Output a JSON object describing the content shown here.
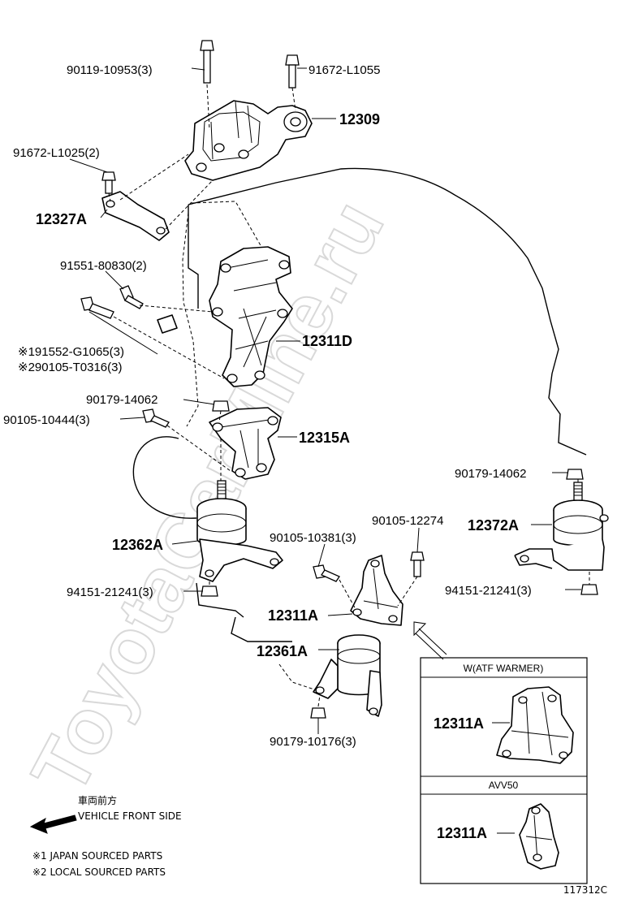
{
  "watermark": "ToyotaCarMine.ru",
  "diagram_code": "117312C",
  "direction": {
    "jp": "車両前方",
    "en": "VEHICLE FRONT SIDE"
  },
  "notes": {
    "n1": "※1 JAPAN SOURCED PARTS",
    "n2": "※2 LOCAL SOURCED PARTS"
  },
  "insets": {
    "atf_title": "W(ATF WARMER)",
    "atf_part": "12311A",
    "avv_title": "AVV50",
    "avv_part": "12311A"
  },
  "labels": {
    "p_90119_10953": "90119-10953(3)",
    "p_91672_L1055": "91672-L1055",
    "p_12309": "12309",
    "p_91672_L1025": "91672-L1025(2)",
    "p_12327A": "12327A",
    "p_91551_80830": "91551-80830(2)",
    "p_91552_G1065": "※191552-G1065(3)",
    "p_90105_T0316": "※290105-T0316(3)",
    "p_12311D": "12311D",
    "p_90179_14062_a": "90179-14062",
    "p_90105_10444": "90105-10444(3)",
    "p_12315A": "12315A",
    "p_90179_14062_b": "90179-14062",
    "p_12372A": "12372A",
    "p_90105_12274": "90105-12274",
    "p_90105_10381": "90105-10381(3)",
    "p_12362A": "12362A",
    "p_94151_21241_a": "94151-21241(3)",
    "p_94151_21241_b": "94151-21241(3)",
    "p_12311A": "12311A",
    "p_12361A": "12361A",
    "p_90179_10176": "90179-10176(3)"
  }
}
